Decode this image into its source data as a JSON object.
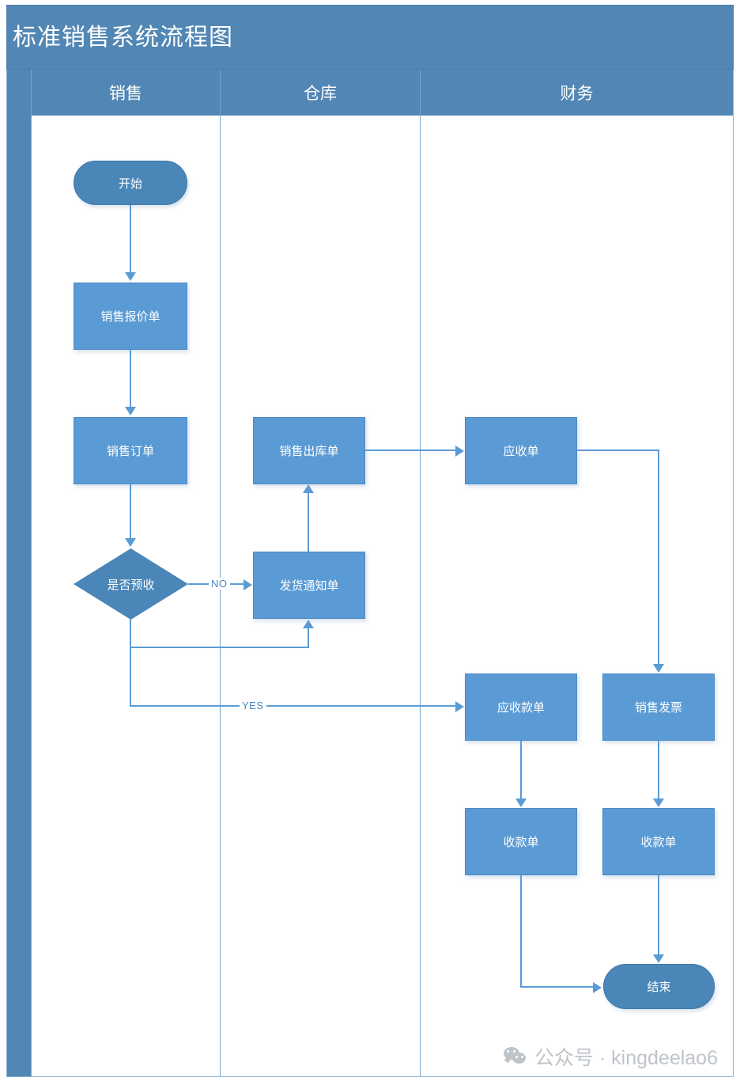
{
  "diagram": {
    "title": "标准销售系统流程图",
    "type": "swimlane-flowchart",
    "lanes": [
      {
        "id": "sales",
        "label": "销售"
      },
      {
        "id": "warehouse",
        "label": "仓库"
      },
      {
        "id": "finance",
        "label": "财务"
      }
    ],
    "nodes": [
      {
        "id": "start",
        "label": "开始",
        "shape": "terminator",
        "lane": "sales"
      },
      {
        "id": "quote",
        "label": "销售报价单",
        "shape": "process",
        "lane": "sales"
      },
      {
        "id": "order",
        "label": "销售订单",
        "shape": "process",
        "lane": "sales"
      },
      {
        "id": "decision",
        "label": "是否预收",
        "shape": "decision",
        "lane": "sales"
      },
      {
        "id": "delivery",
        "label": "发货通知单",
        "shape": "process",
        "lane": "warehouse"
      },
      {
        "id": "outbound",
        "label": "销售出库单",
        "shape": "process",
        "lane": "warehouse"
      },
      {
        "id": "receivable",
        "label": "应收单",
        "shape": "process",
        "lane": "finance"
      },
      {
        "id": "ar_bill",
        "label": "应收款单",
        "shape": "process",
        "lane": "finance"
      },
      {
        "id": "invoice",
        "label": "销售发票",
        "shape": "process",
        "lane": "finance"
      },
      {
        "id": "receipt1",
        "label": "收款单",
        "shape": "process",
        "lane": "finance"
      },
      {
        "id": "receipt2",
        "label": "收款单",
        "shape": "process",
        "lane": "finance"
      },
      {
        "id": "end",
        "label": "结束",
        "shape": "terminator",
        "lane": "finance"
      }
    ],
    "edges": [
      {
        "from": "start",
        "to": "quote",
        "label": ""
      },
      {
        "from": "quote",
        "to": "order",
        "label": ""
      },
      {
        "from": "order",
        "to": "decision",
        "label": ""
      },
      {
        "from": "decision",
        "to": "delivery",
        "label": "NO"
      },
      {
        "from": "decision",
        "to": "delivery",
        "label": ""
      },
      {
        "from": "decision",
        "to": "ar_bill",
        "label": "YES"
      },
      {
        "from": "delivery",
        "to": "outbound",
        "label": ""
      },
      {
        "from": "outbound",
        "to": "receivable",
        "label": ""
      },
      {
        "from": "receivable",
        "to": "invoice",
        "label": ""
      },
      {
        "from": "ar_bill",
        "to": "receipt1",
        "label": ""
      },
      {
        "from": "invoice",
        "to": "receipt2",
        "label": ""
      },
      {
        "from": "receipt1",
        "to": "end",
        "label": ""
      },
      {
        "from": "receipt2",
        "to": "end",
        "label": ""
      }
    ],
    "edge_labels": {
      "no": "NO",
      "yes": "YES"
    },
    "colors": {
      "header_blue": "#5287b5",
      "process_blue": "#5b9bd5",
      "terminator_blue": "#4a86b8",
      "connector_blue": "#5b9bd5",
      "lane_border": "#7ba5cb",
      "text_white": "#ffffff",
      "watermark_gray": "#bfc4c9"
    }
  },
  "watermark": {
    "icon": "wechat-icon",
    "text": "公众号 · kingdeelao6"
  }
}
